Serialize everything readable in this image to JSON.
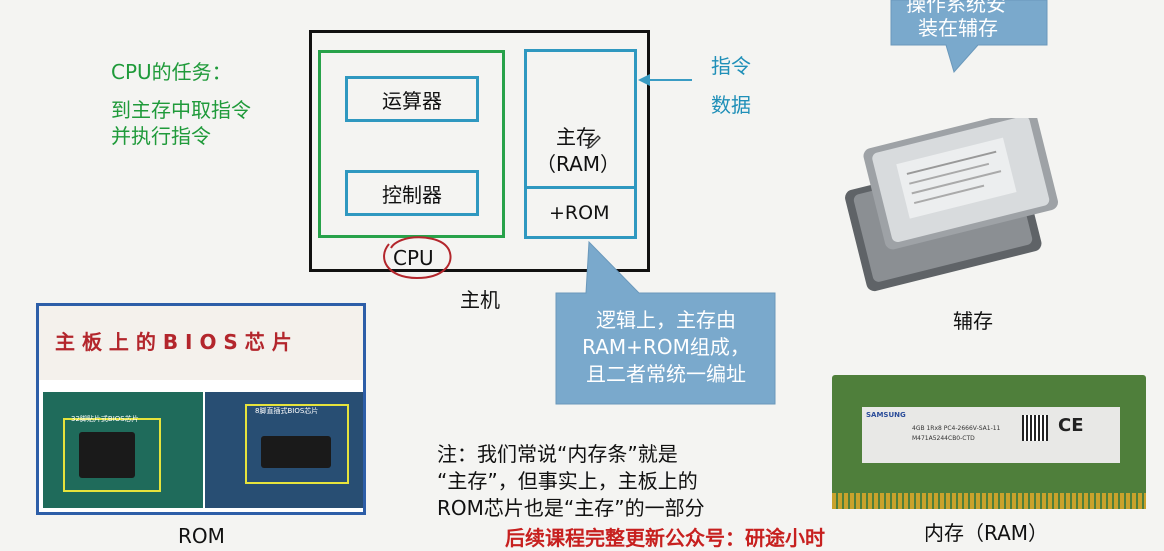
{
  "cpu_task": {
    "title": "CPU的任务：",
    "line1": "到主存中取指令",
    "line2": "并执行指令"
  },
  "host": {
    "alu_label": "运算器",
    "cu_label": "控制器",
    "cpu_label": "CPU",
    "mem_label_1": "主存",
    "mem_label_2": "（RAM）",
    "rom_label": "+ROM",
    "host_label": "主机"
  },
  "arrow_labels": {
    "line1": "指令",
    "line2": "数据"
  },
  "top_callout": {
    "line1": "操作系统安",
    "line2": "装在辅存"
  },
  "logic_callout": {
    "line1": "逻辑上，主存由",
    "line2": "RAM+ROM组成，",
    "line3": "且二者常统一编址"
  },
  "bios_panel": {
    "title": "主 板 上 的 B I O S 芯 片",
    "tag_left": "32脚贴片式BIOS芯片",
    "tag_right": "8脚直插式BIOS芯片",
    "caption": "ROM"
  },
  "hdd_caption": "辅存",
  "ram_caption": "内存（RAM）",
  "ram_label": {
    "brand": "SAMSUNG",
    "line1": "4GB 1Rx8 PC4-2666V-SA1-11",
    "line2": "M471A5244CB0-CTD"
  },
  "note": {
    "line1": "注：我们常说“内存条”就是",
    "line2": "“主存”，但事实上，主板上的",
    "line3": "ROM芯片也是“主存”的一部分"
  },
  "footer": "后续课程完整更新公众号：研途小时"
}
